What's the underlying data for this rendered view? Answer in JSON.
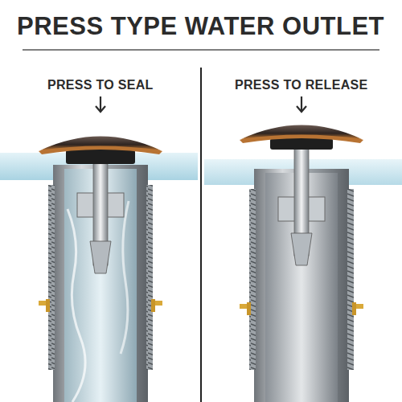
{
  "diagram": {
    "title": "PRESS TYPE WATER OUTLET",
    "labels": [
      "PRESS TO SEAL",
      "PRESS TO RELEASE"
    ]
  }
}
